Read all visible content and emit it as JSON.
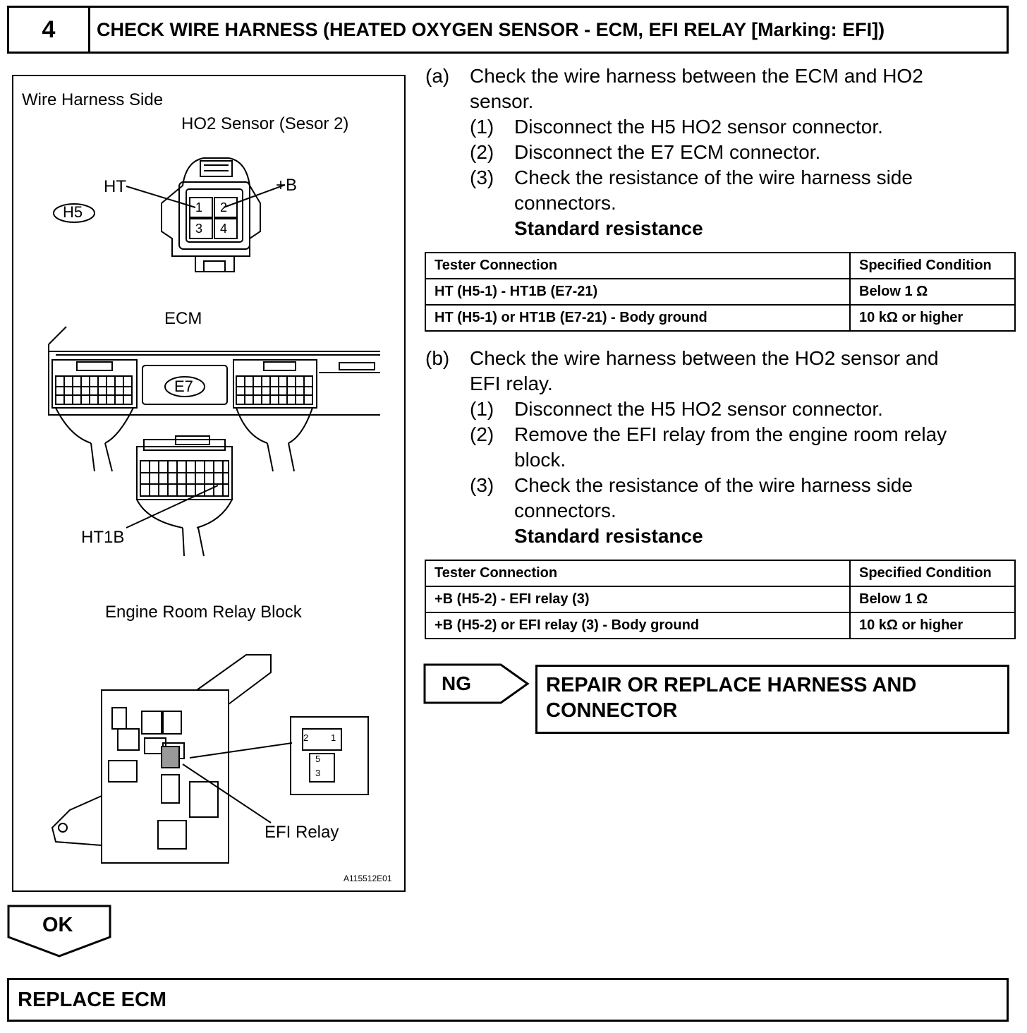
{
  "header": {
    "step_number": "4",
    "title": "CHECK WIRE HARNESS (HEATED OXYGEN SENSOR - ECM, EFI RELAY [Marking: EFI])"
  },
  "figure": {
    "wire_harness_side": "Wire Harness Side",
    "ho2_sensor": "HO2 Sensor (Sesor 2)",
    "ht": "HT",
    "plus_b": "+B",
    "h5": "H5",
    "pins": [
      "1",
      "2",
      "3",
      "4"
    ],
    "ecm": "ECM",
    "e7": "E7",
    "ht1b": "HT1B",
    "relay_block": "Engine Room Relay Block",
    "efi_relay": "EFI Relay",
    "relay_pins": [
      "2",
      "1",
      "5",
      "3"
    ],
    "figure_id": "A115512E01"
  },
  "step_a": {
    "marker": "(a)",
    "text_line1": "Check the wire harness between the ECM and HO2",
    "text_line2": "sensor.",
    "sub1_num": "(1)",
    "sub1": "Disconnect the H5 HO2 sensor connector.",
    "sub2_num": "(2)",
    "sub2": "Disconnect the E7 ECM connector.",
    "sub3_num": "(3)",
    "sub3_line1": "Check the resistance of the wire harness side",
    "sub3_line2": "connectors.",
    "std": "Standard resistance",
    "table": {
      "headers": [
        "Tester Connection",
        "Specified Condition"
      ],
      "rows": [
        [
          "HT (H5-1) - HT1B (E7-21)",
          "Below 1 Ω"
        ],
        [
          "HT (H5-1) or HT1B (E7-21) - Body ground",
          "10 kΩ or higher"
        ]
      ]
    }
  },
  "step_b": {
    "marker": "(b)",
    "text_line1": "Check the wire harness between the HO2 sensor and",
    "text_line2": "EFI relay.",
    "sub1_num": "(1)",
    "sub1": "Disconnect the H5 HO2 sensor connector.",
    "sub2_num": "(2)",
    "sub2_line1": "Remove the EFI relay from the engine room relay",
    "sub2_line2": "block.",
    "sub3_num": "(3)",
    "sub3_line1": "Check the resistance of the wire harness side",
    "sub3_line2": "connectors.",
    "std": "Standard resistance",
    "table": {
      "headers": [
        "Tester Connection",
        "Specified Condition"
      ],
      "rows": [
        [
          "+B (H5-2) - EFI relay (3)",
          "Below 1 Ω"
        ],
        [
          "+B (H5-2) or EFI relay (3) - Body ground",
          "10 kΩ or higher"
        ]
      ]
    }
  },
  "ng": {
    "label": "NG",
    "action_line1": "REPAIR OR REPLACE HARNESS AND",
    "action_line2": "CONNECTOR"
  },
  "ok": {
    "label": "OK",
    "action": "REPLACE ECM"
  }
}
